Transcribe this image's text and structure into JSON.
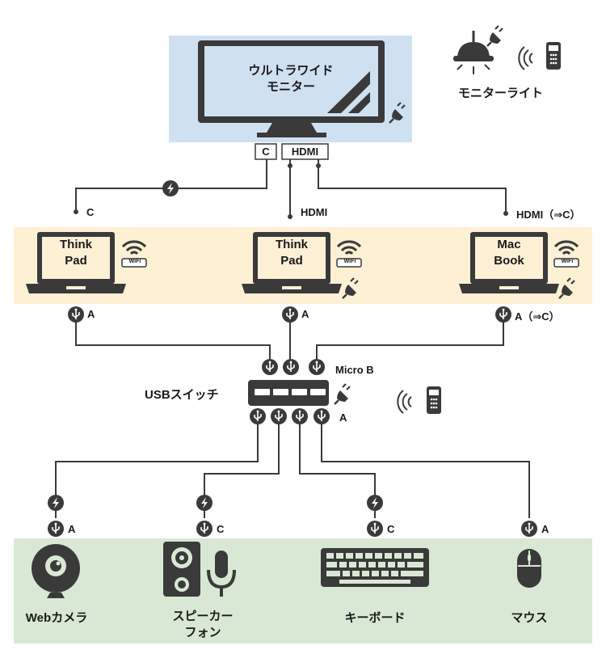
{
  "monitor": {
    "title_line1": "ウルトラワイド",
    "title_line2": "モニター",
    "port_c": "C",
    "port_hdmi": "HDMI"
  },
  "monitor_light": {
    "label": "モニターライト"
  },
  "connections": {
    "c": "C",
    "hdmi": "HDMI",
    "hdmi_to_c": "HDMI（⇒C）"
  },
  "laptops": [
    {
      "line1": "Think",
      "line2": "Pad",
      "usb": "A"
    },
    {
      "line1": "Think",
      "line2": "Pad",
      "usb": "A"
    },
    {
      "line1": "Mac",
      "line2": "Book",
      "usb": "A（⇒C）"
    }
  ],
  "wifi_badge": "WiFi",
  "usb_switch": {
    "label": "USBスイッチ",
    "input_port": "Micro B",
    "output_port": "A"
  },
  "devices": [
    {
      "label": "Webカメラ",
      "port": "A"
    },
    {
      "label_line1": "スピーカー",
      "label_line2": "フォン",
      "port": "C"
    },
    {
      "label": "キーボード",
      "port": "C"
    },
    {
      "label": "マウス",
      "port": "A"
    }
  ],
  "colors": {
    "monitor_band": "#cfe0f1",
    "laptop_band": "#fdf0d5",
    "device_band": "#d9e8d4",
    "icon": "#3a3a3a"
  }
}
